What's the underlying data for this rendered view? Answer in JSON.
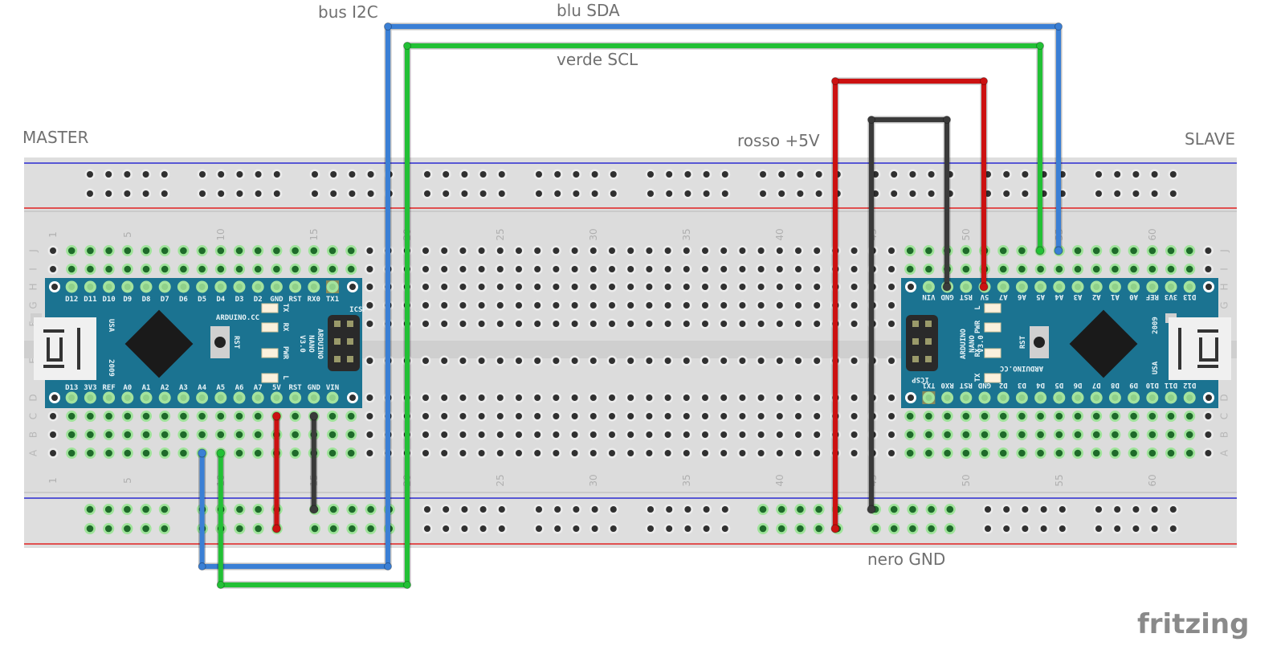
{
  "app": "fritzing",
  "labels": {
    "master": "MASTER",
    "slave": "SLAVE",
    "bus": "bus I2C",
    "sda": "blu SDA",
    "scl": "verde SCL",
    "vcc": "rosso +5V",
    "gnd": "nero GND"
  },
  "brand": "fritzing",
  "breadboard": {
    "columns": 63,
    "column_labels": [
      "1",
      "5",
      "10",
      "15",
      "20",
      "25",
      "30",
      "35",
      "40",
      "45",
      "50",
      "55",
      "60"
    ],
    "row_labels_top": [
      "J",
      "I",
      "H",
      "G",
      "F"
    ],
    "row_labels_bottom": [
      "E",
      "D",
      "C",
      "B",
      "A"
    ]
  },
  "boards": {
    "master": {
      "name": "ARDUINO NANO V3.0",
      "site": "ARDUINO.CC",
      "top_pins": [
        "D12",
        "D11",
        "D10",
        "D9",
        "D8",
        "D7",
        "D6",
        "D5",
        "D4",
        "D3",
        "D2",
        "GND",
        "RST",
        "RX0",
        "TX1"
      ],
      "bottom_pins": [
        "D13",
        "3V3",
        "REF",
        "A0",
        "A1",
        "A2",
        "A3",
        "A4",
        "A5",
        "A6",
        "A7",
        "5V",
        "RST",
        "GND",
        "VIN"
      ],
      "leds": [
        "TX",
        "RX",
        "PWR",
        "L"
      ],
      "usb_labels": [
        "USA",
        "2009"
      ],
      "icsp": "ICSP",
      "reset": "RST"
    },
    "slave": {
      "name": "ARDUINO NANO V3.0",
      "site": "ARDUINO.CC",
      "top_pins": [
        "VIN",
        "GND",
        "RST",
        "5V",
        "A7",
        "A6",
        "A5",
        "A4",
        "A3",
        "A2",
        "A1",
        "A0",
        "REF",
        "3V3",
        "D13"
      ],
      "bottom_pins": [
        "TX1",
        "RX0",
        "RST",
        "GND",
        "D2",
        "D3",
        "D4",
        "D5",
        "D6",
        "D7",
        "D8",
        "D9",
        "D10",
        "D11",
        "D12"
      ],
      "leds": [
        "L",
        "PWR",
        "RX",
        "TX"
      ],
      "usb_labels": [
        "2009",
        "USA"
      ],
      "icsp": "ICSP",
      "reset": "RST"
    }
  },
  "wires": [
    {
      "name": "sda-wire",
      "color": "#3a7fd5",
      "label": "blu SDA",
      "signal": "SDA",
      "from": "master A4",
      "to": "slave A4"
    },
    {
      "name": "scl-wire",
      "color": "#22c035",
      "label": "verde SCL",
      "signal": "SCL",
      "from": "master A5",
      "to": "slave A5"
    },
    {
      "name": "vcc-master-wire",
      "color": "#cc1111",
      "signal": "5V",
      "from": "master 5V",
      "to": "power rail"
    },
    {
      "name": "gnd-master-wire",
      "color": "#3a3a3a",
      "signal": "GND",
      "from": "master GND",
      "to": "ground rail"
    },
    {
      "name": "vcc-slave-wire",
      "color": "#cc1111",
      "label": "rosso +5V",
      "signal": "5V",
      "from": "power rail",
      "to": "slave 5V"
    },
    {
      "name": "gnd-slave-wire",
      "color": "#3a3a3a",
      "label": "nero GND",
      "signal": "GND",
      "from": "ground rail",
      "to": "slave GND"
    }
  ],
  "colors": {
    "pcb": "#1b7391",
    "breadboard": "#dcdcdc",
    "rail_blue": "#2a2ad0",
    "rail_red": "#e05050",
    "hole_active": "#1e6a2a",
    "hole_active_glow": "#9fe39a",
    "hole": "#303030"
  }
}
